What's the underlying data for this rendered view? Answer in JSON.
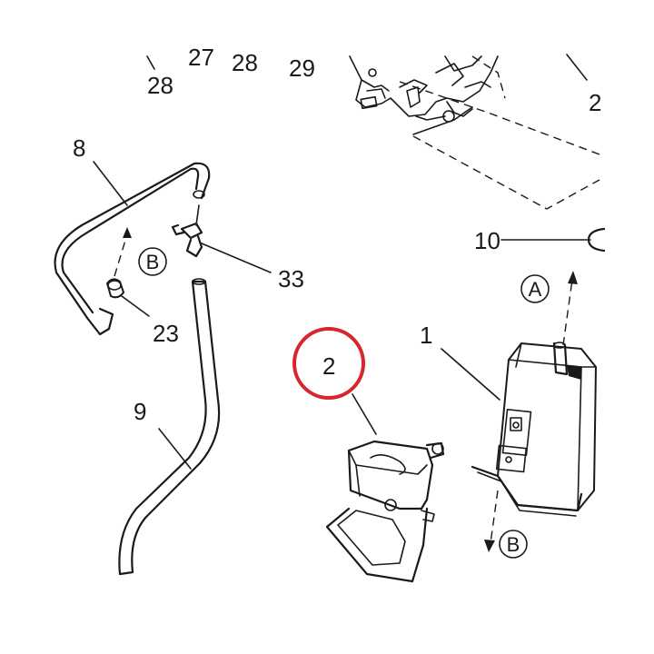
{
  "labels": {
    "top_28a": "28",
    "top_27": "27",
    "top_28b": "28",
    "top_29": "29",
    "top_2": "2",
    "part_8": "8",
    "part_33": "33",
    "part_23": "23",
    "part_9": "9",
    "part_10": "10",
    "part_1": "1",
    "part_2": "2"
  },
  "connectors": {
    "a_top": "A",
    "b_left": "B",
    "b_bottom": "B"
  },
  "highlight": {
    "color": "#d7262e"
  },
  "line_color": "#1a1a1a"
}
